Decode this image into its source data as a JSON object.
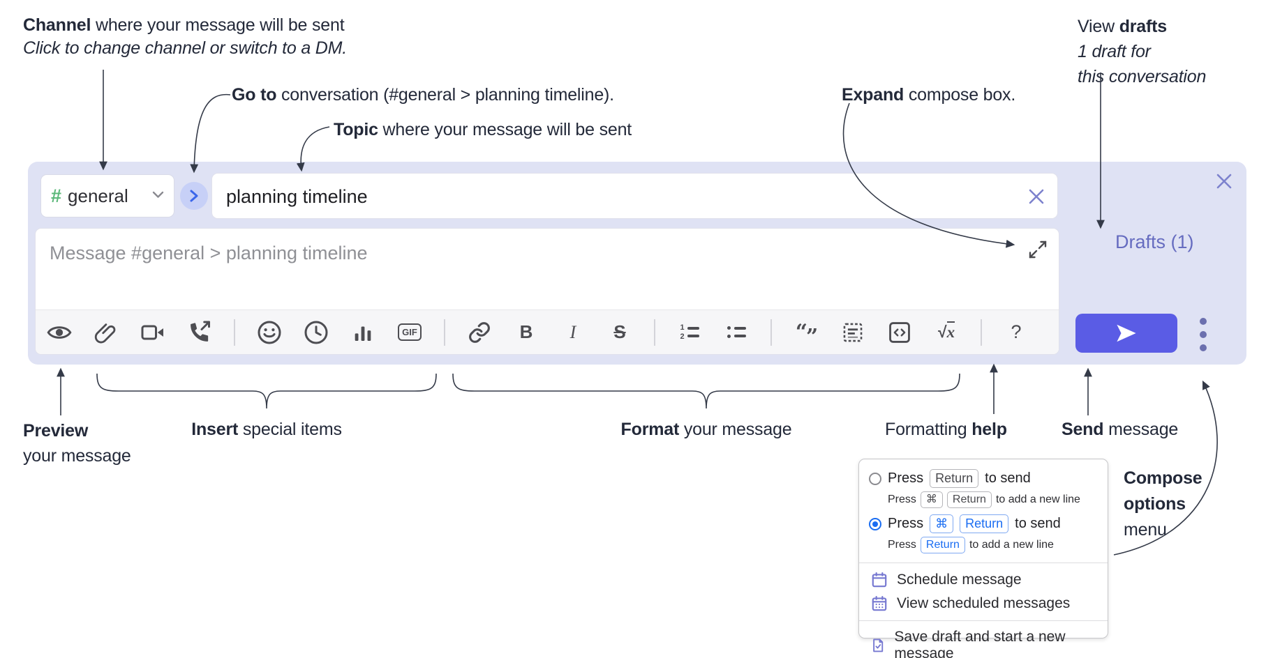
{
  "annotations": {
    "channel_bold": "Channel",
    "channel_rest": " where your message will be sent",
    "channel_sub": "Click to change channel or switch to a DM.",
    "goto_bold": "Go to",
    "goto_rest": " conversation (#general > planning timeline).",
    "topic_bold": "Topic",
    "topic_rest": " where your message will be sent",
    "expand_bold": "Expand",
    "expand_rest": " compose box.",
    "drafts_pre": "View ",
    "drafts_bold": "drafts",
    "drafts_line2": "1 draft for",
    "drafts_line3": "this conversation",
    "preview_bold": "Preview",
    "preview_line2": "your message",
    "insert_bold": "Insert",
    "insert_rest": " special items",
    "format_bold": "Format",
    "format_rest": " your message",
    "fmt_help_pre": "Formatting ",
    "fmt_help_bold": "help",
    "send_bold": "Send",
    "send_rest": " message",
    "compose_line1": "Compose",
    "compose_line2": "options",
    "compose_line3": "menu"
  },
  "composer": {
    "channel_hash": "#",
    "channel_name": "general",
    "topic_value": "planning timeline",
    "message_placeholder": "Message #general > planning timeline",
    "drafts_link": "Drafts (1)",
    "gif_label": "GIF",
    "bold_glyph": "B",
    "italic_glyph": "I",
    "strike_glyph": "S",
    "quote_open": "“",
    "quote_close": "”",
    "ol_num1": "1",
    "ol_num2": "2",
    "sqrt_sign": "√",
    "sqrt_var": "x",
    "help_glyph": "?"
  },
  "menu": {
    "row1_press": "Press",
    "row1_key": "Return",
    "row1_suffix": "to send",
    "row1_sub_press": "Press",
    "row1_sub_key1": "⌘",
    "row1_sub_key2": "Return",
    "row1_sub_suffix": "to add a new line",
    "row2_press": "Press",
    "row2_key1": "⌘",
    "row2_key2": "Return",
    "row2_suffix": "to send",
    "row2_sub_press": "Press",
    "row2_sub_key": "Return",
    "row2_sub_suffix": "to add a new line",
    "schedule_label": "Schedule message",
    "view_scheduled_label": "View scheduled messages",
    "save_draft_label": "Save draft and start a new message"
  },
  "colors": {
    "compose_bg": "#dfe2f4",
    "accent_send": "#5a5ce5",
    "link_purple": "#666cc0",
    "hash_green": "#5cb87a",
    "radio_blue": "#1a6df2",
    "menu_icon_purple": "#7678d1"
  }
}
